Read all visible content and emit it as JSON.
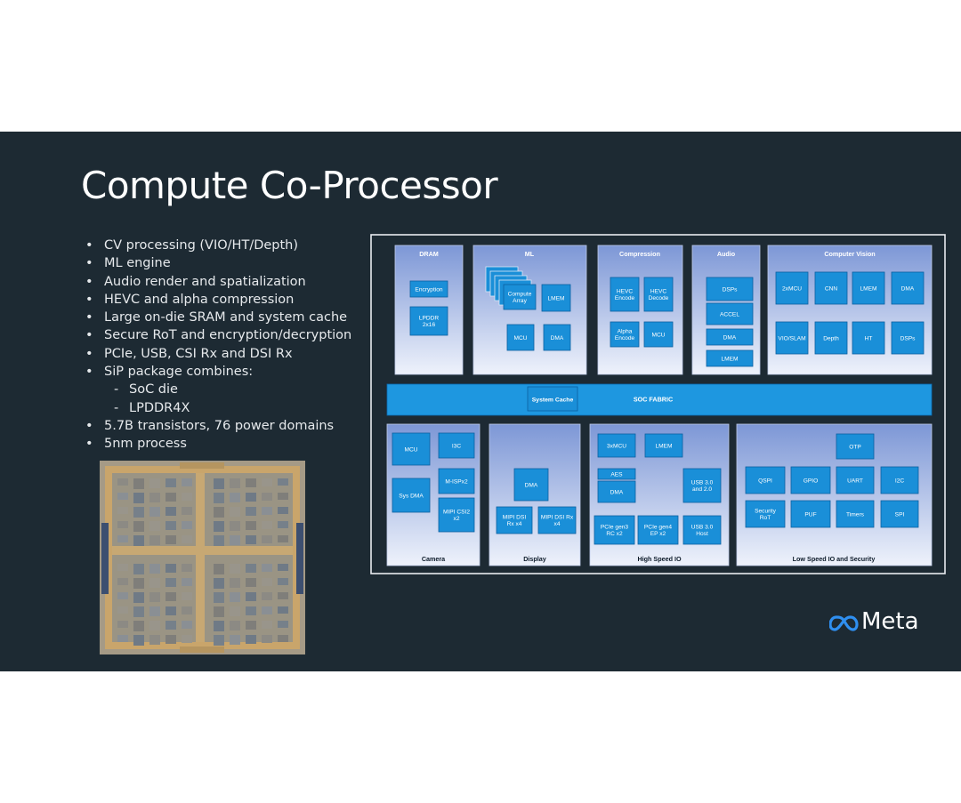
{
  "slide": {
    "title": "Compute Co-Processor",
    "bullets": [
      {
        "text": "CV processing (VIO/HT/Depth)",
        "level": 1
      },
      {
        "text": "ML engine",
        "level": 1
      },
      {
        "text": "Audio render and spatialization",
        "level": 1
      },
      {
        "text": "HEVC and alpha compression",
        "level": 1
      },
      {
        "text": "Large on-die SRAM and system cache",
        "level": 1
      },
      {
        "text": "Secure RoT and encryption/decryption",
        "level": 1
      },
      {
        "text": "PCIe, USB, CSI Rx and DSI Rx",
        "level": 1
      },
      {
        "text": "SiP package combines:",
        "level": 1
      },
      {
        "text": "SoC die",
        "level": 2
      },
      {
        "text": "LPDDR4X",
        "level": 2
      },
      {
        "text": "5.7B transistors, 76 power domains",
        "level": 1
      },
      {
        "text": "5nm process",
        "level": 1
      }
    ],
    "bullet_glyph": "•",
    "sub_bullet_glyph": "-",
    "brand": "Meta",
    "brand_icon": "meta-infinity-icon"
  },
  "diagram": {
    "fabric": {
      "label": "SOC FABRIC",
      "cache_label": "System Cache"
    },
    "groups": [
      {
        "id": "dram",
        "title": "DRAM",
        "blocks": [
          "Encryption",
          "LPDDR\n2x16"
        ]
      },
      {
        "id": "ml",
        "title": "ML",
        "blocks": [
          "Compute\nArray",
          "LMEM",
          "MCU",
          "DMA"
        ]
      },
      {
        "id": "compression",
        "title": "Compression",
        "blocks": [
          "HEVC\nEncode",
          "HEVC\nDecode",
          "Alpha\nEncode",
          "MCU"
        ]
      },
      {
        "id": "audio",
        "title": "Audio",
        "blocks": [
          "DSPs",
          "ACCEL",
          "DMA",
          "LMEM"
        ]
      },
      {
        "id": "computer-vision",
        "title": "Computer Vision",
        "blocks": [
          "2xMCU",
          "CNN",
          "LMEM",
          "DMA",
          "VIO/SLAM",
          "Depth",
          "HT",
          "DSPs"
        ]
      },
      {
        "id": "camera",
        "title": "Camera",
        "blocks": [
          "MCU",
          "I3C",
          "M-ISPx2",
          "Sys DMA",
          "MIPI CSI2\nx2"
        ]
      },
      {
        "id": "display",
        "title": "Display",
        "blocks": [
          "DMA",
          "MIPI DSI\nRx x4",
          "MIPI DSI Rx\nx4"
        ]
      },
      {
        "id": "high-speed-io",
        "title": "High Speed IO",
        "blocks": [
          "3xMCU",
          "LMEM",
          "AES",
          "DMA",
          "USB 3.0\nand 2.0",
          "PCIe gen3\nRC x2",
          "PCIe gen4\nEP x2",
          "USB 3.0\nHost"
        ]
      },
      {
        "id": "low-speed-io",
        "title": "Low Speed IO and Security",
        "blocks": [
          "OTP",
          "QSPI",
          "GPIO",
          "UART",
          "I2C",
          "Security\nRoT",
          "PUF",
          "Timers",
          "SPI"
        ]
      }
    ]
  },
  "colors": {
    "slide_bg": "#1d2a33",
    "block_blue": "#1a8fd8",
    "block_border": "#0b5fa0",
    "fabric_blue": "#1e97e0",
    "panel_top": "#7d97d6",
    "panel_bottom": "#eef2fb"
  }
}
